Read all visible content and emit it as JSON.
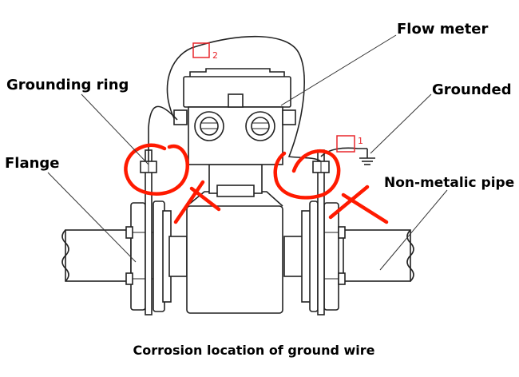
{
  "labels": {
    "flow_meter": "Flow meter",
    "grounding_ring": "Grounding ring",
    "grounded": "Grounded",
    "flange": "Flange",
    "non_metalic_pipe": "Non-metalic pipe"
  },
  "markers": {
    "marker_1": "1",
    "marker_2": "2"
  },
  "caption": "Corrosion location of ground wire",
  "colors": {
    "annotation_red": "#ff1a00",
    "marker_red": "#e8262b",
    "line": "#222222",
    "background": "#ffffff"
  }
}
